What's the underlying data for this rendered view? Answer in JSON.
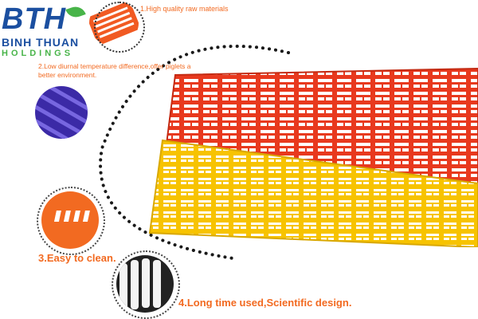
{
  "brand": {
    "mark": "BTH",
    "name": "BINH THUAN",
    "subtitle": "HOLDINGS",
    "colors": {
      "blue": "#1b4fa0",
      "green": "#48b449"
    }
  },
  "features": [
    {
      "label": "1.High quality raw materials",
      "icon": "orange-slat-floor-image",
      "color": "#f26a21"
    },
    {
      "label": "2.Low diurnal temperature difference,offer piglets a better environment.",
      "icon": "blue-slat-floor-image",
      "color": "#f26a21"
    },
    {
      "label": "3.Easy to clean.",
      "icon": "orange-floor-holes-image",
      "color": "#f26a21"
    },
    {
      "label": "4.Long time used,Scientific design.",
      "icon": "white-slat-floor-image",
      "color": "#f26a21"
    }
  ],
  "product": {
    "panels": [
      {
        "name": "red-plastic-slat-floor",
        "color": "#e8391e"
      },
      {
        "name": "yellow-plastic-slat-floor",
        "color": "#f7c300"
      }
    ]
  }
}
